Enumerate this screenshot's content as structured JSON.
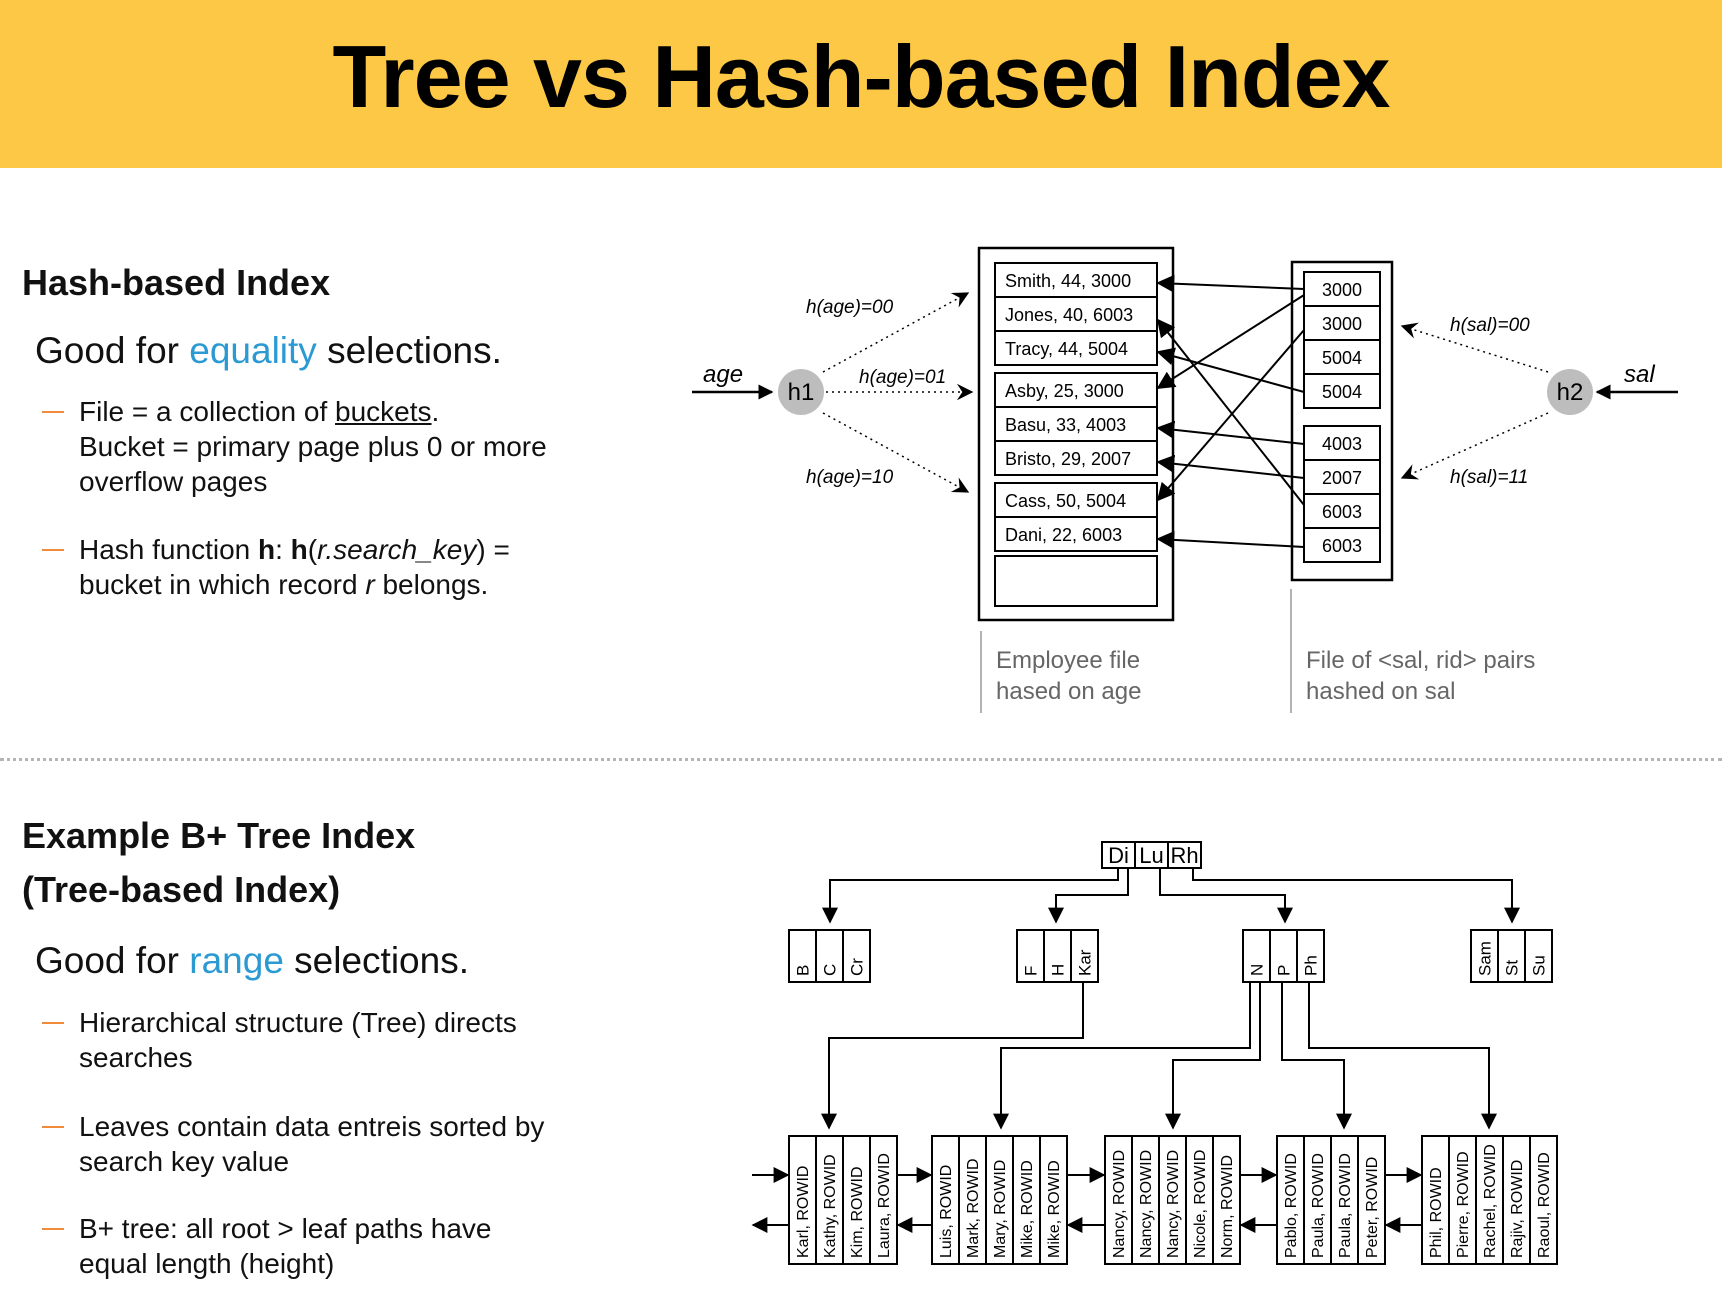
{
  "title": "Tree vs Hash-based Index",
  "hash": {
    "heading": "Hash-based Index",
    "lead": {
      "pre": "Good for ",
      "accent": "equality",
      "post": " selections."
    },
    "bullets": [
      {
        "l1a": "File = a collection of ",
        "l1u": "buckets",
        "l1b": ".",
        "l2": "Bucket = primary page plus 0 or more",
        "l3": "overflow pages"
      },
      {
        "l1a": "Hash function ",
        "h": "h",
        "colon": ": ",
        "h2": "h",
        "paren_open": "(",
        "key": "r.search_key",
        "paren_close": ") =",
        "l2a": "bucket in which record ",
        "r": "r",
        "l2b": " belongs."
      }
    ],
    "diagram": {
      "input_left": "age",
      "hash_left": "h1",
      "left_labels": [
        "h(age)=00",
        "h(age)=01",
        "h(age)=10"
      ],
      "employee_buckets": [
        [
          "Smith, 44, 3000",
          "Jones, 40, 6003",
          "Tracy, 44, 5004"
        ],
        [
          "Asby, 25, 3000",
          "Basu, 33, 4003",
          "Bristo, 29, 2007"
        ],
        [
          "Cass, 50, 5004",
          "Dani, 22, 6003"
        ]
      ],
      "sal_buckets": [
        [
          "3000",
          "3000",
          "5004",
          "5004"
        ],
        [
          "4003",
          "2007",
          "6003",
          "6003"
        ]
      ],
      "input_right": "sal",
      "hash_right": "h2",
      "right_labels": [
        "h(sal)=00",
        "h(sal)=11"
      ],
      "caption_left": [
        "Employee file",
        "hased on age"
      ],
      "caption_right": [
        "File of <sal, rid> pairs",
        "hashed on sal"
      ]
    }
  },
  "tree": {
    "heading1": "Example B+ Tree Index",
    "heading2": "(Tree-based Index)",
    "lead": {
      "pre": "Good for ",
      "accent": "range",
      "post": " selections."
    },
    "bullets": [
      {
        "l1": "Hierarchical structure (Tree) directs",
        "l2": "searches"
      },
      {
        "l1": "Leaves contain data entreis sorted by",
        "l2": "search key value"
      },
      {
        "l1": "B+ tree: all root > leaf paths have",
        "l2": "equal length (height)"
      }
    ],
    "diagram": {
      "root": [
        "Di",
        "Lu",
        "Rh"
      ],
      "internal": [
        [
          "B",
          "C",
          "Cr"
        ],
        [
          "F",
          "H",
          "Kar"
        ],
        [
          "N",
          "P",
          "Ph"
        ],
        [
          "Sam",
          "St",
          "Su"
        ]
      ],
      "leaves": [
        [
          "Karl, ROWID",
          "Kathy, ROWID",
          "Kim, ROWID",
          "Laura, ROWID"
        ],
        [
          "Luis, ROWID",
          "Mark, ROWID",
          "Mary, ROWID",
          "Mike, ROWID",
          "Mike, ROWID"
        ],
        [
          "Nancy, ROWID",
          "Nancy, ROWID",
          "Nancy, ROWID",
          "Nicole, ROWID",
          "Norm, ROWID"
        ],
        [
          "Pablo, ROWID",
          "Paula, ROWID",
          "Paula, ROWID",
          "Peter, ROWID"
        ],
        [
          "Phil, ROWID",
          "Pierre, ROWID",
          "Rachel, ROWID",
          "Rajiv, ROWID",
          "Raoul, ROWID"
        ]
      ]
    }
  },
  "colors": {
    "banner": "#fcc845",
    "accent": "#2b9ad3",
    "dash": "#f08a3c"
  }
}
